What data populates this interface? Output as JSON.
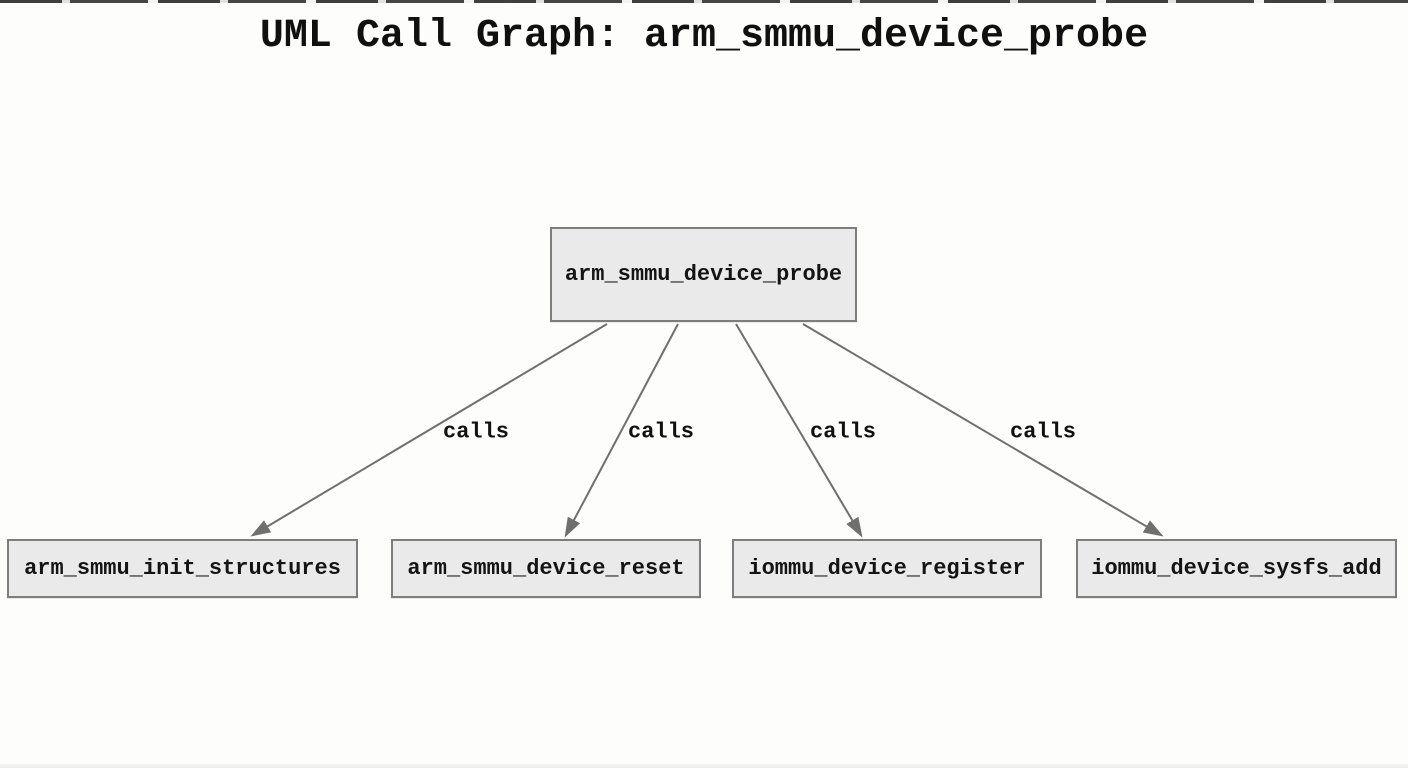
{
  "title": "UML Call Graph: arm_smmu_device_probe",
  "nodes": {
    "root": {
      "label": "arm_smmu_device_probe"
    },
    "children": [
      {
        "label": "arm_smmu_init_structures"
      },
      {
        "label": "arm_smmu_device_reset"
      },
      {
        "label": "iommu_device_register"
      },
      {
        "label": "iommu_device_sysfs_add"
      }
    ]
  },
  "edges": [
    {
      "from": "arm_smmu_device_probe",
      "to": "arm_smmu_init_structures",
      "label": "calls"
    },
    {
      "from": "arm_smmu_device_probe",
      "to": "arm_smmu_device_reset",
      "label": "calls"
    },
    {
      "from": "arm_smmu_device_probe",
      "to": "iommu_device_register",
      "label": "calls"
    },
    {
      "from": "arm_smmu_device_probe",
      "to": "iommu_device_sysfs_add",
      "label": "calls"
    }
  ],
  "colors": {
    "node_fill": "#eaeaea",
    "node_border": "#7d7d7d",
    "edge": "#6f6f6f",
    "text": "#141414",
    "background": "#fdfdfc"
  }
}
